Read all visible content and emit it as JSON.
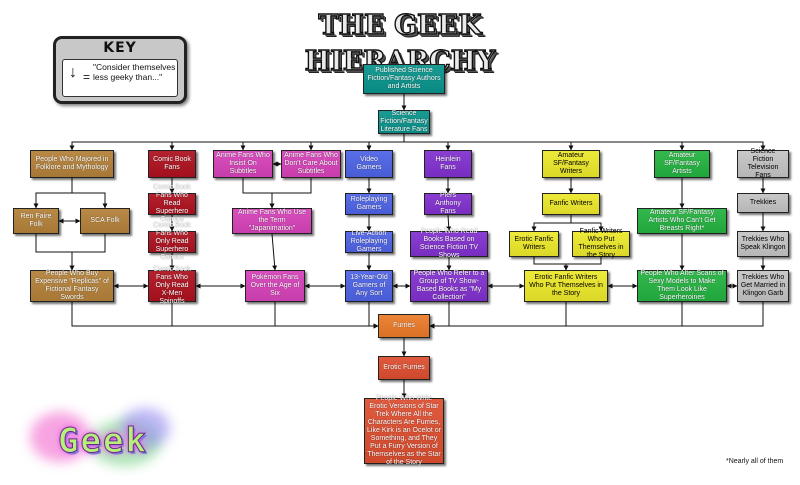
{
  "title": "THE GEEK HIERARCHY",
  "key": {
    "heading": "KEY",
    "equals": "=",
    "description": "\"Consider themselves less geeky than...\""
  },
  "footnote": "*Nearly all of them",
  "logo_text": "Geek",
  "colors": {
    "teal": "#1a9b93",
    "brown": "#b98a47",
    "crimson": "#b3222e",
    "pink": "#d94fbe",
    "blue": "#5a6ee8",
    "purple": "#8a3fd2",
    "yellow": "#eeea3a",
    "green": "#33b84e",
    "gray": "#c8c8c8",
    "orange": "#ec8438",
    "red_orange": "#e05a3e"
  },
  "nodes": [
    {
      "id": "n1",
      "label": "Published Science Fiction/Fantasy Authors and Artists",
      "color": "teal"
    },
    {
      "id": "n2",
      "label": "Science Fiction/Fantasy Literature Fans",
      "color": "teal"
    },
    {
      "id": "n3",
      "label": "People Who Majored in Folklore and Mythology",
      "color": "brown"
    },
    {
      "id": "n4",
      "label": "Comic Book Fans",
      "color": "crimson"
    },
    {
      "id": "n5",
      "label": "Anime Fans Who Insist On Subtitles",
      "color": "pink"
    },
    {
      "id": "n6",
      "label": "Anime Fans Who Don't Care About Subtitles",
      "color": "pink"
    },
    {
      "id": "n7",
      "label": "Video Gamers",
      "color": "blue"
    },
    {
      "id": "n8",
      "label": "Heinlein Fans",
      "color": "purple"
    },
    {
      "id": "n9",
      "label": "Amateur SF/Fantasy Writers",
      "color": "yellow"
    },
    {
      "id": "n10",
      "label": "Amateur SF/Fantasy Artists",
      "color": "green"
    },
    {
      "id": "n11",
      "label": "Science Fiction Television Fans",
      "color": "gray"
    },
    {
      "id": "n12",
      "label": "Comic Book Fans Who Read Superhero Comics",
      "color": "crimson"
    },
    {
      "id": "n13",
      "label": "Roleplaying Gamers",
      "color": "blue"
    },
    {
      "id": "n14",
      "label": "Piers Anthony Fans",
      "color": "purple"
    },
    {
      "id": "n15",
      "label": "Fanfic Writers",
      "color": "yellow"
    },
    {
      "id": "n16",
      "label": "Trekkies",
      "color": "gray"
    },
    {
      "id": "n17",
      "label": "Ren Faire Folk",
      "color": "brown"
    },
    {
      "id": "n18",
      "label": "SCA Folk",
      "color": "brown"
    },
    {
      "id": "n19",
      "label": "Anime Fans Who Use the Term \"Japanimation\"",
      "color": "pink"
    },
    {
      "id": "n20",
      "label": "Amateur SF/Fantasy Artists Who Can't Get Breasts Right*",
      "color": "green"
    },
    {
      "id": "n21",
      "label": "Comic Book Fans Who Only Read Superhero Comics",
      "color": "crimson"
    },
    {
      "id": "n22",
      "label": "Live-Action Roleplaying Gamers",
      "color": "blue"
    },
    {
      "id": "n23",
      "label": "People Who Read Books Based on Science Fiction TV Shows",
      "color": "purple"
    },
    {
      "id": "n24",
      "label": "Erotic Fanfic Writers",
      "color": "yellow"
    },
    {
      "id": "n25",
      "label": "Fanfic Writers Who Put Themselves in the Story",
      "color": "yellow"
    },
    {
      "id": "n26",
      "label": "Trekkies Who Speak Klingon",
      "color": "gray"
    },
    {
      "id": "n27",
      "label": "People Who Buy Expensive \"Replicas\" of Fictional Fantasy Swords",
      "color": "brown"
    },
    {
      "id": "n28",
      "label": "Comic Book Fans Who Only Read X-Men Spinoffs",
      "color": "crimson"
    },
    {
      "id": "n29",
      "label": "Pokémon Fans Over the Age of Six",
      "color": "pink"
    },
    {
      "id": "n30",
      "label": "13-Year-Old Gamers of Any Sort",
      "color": "blue"
    },
    {
      "id": "n31",
      "label": "People Who Refer to a Group of TV Show-Based Books as \"My Collection\"",
      "color": "purple"
    },
    {
      "id": "n32",
      "label": "Erotic Fanfic Writers Who Put Themselves in the Story",
      "color": "yellow"
    },
    {
      "id": "n33",
      "label": "People Who Alter Scans of Sexy Models to Make Them Look Like Superheroines",
      "color": "green"
    },
    {
      "id": "n34",
      "label": "Trekkies Who Get Married in Klingon Garb",
      "color": "gray"
    },
    {
      "id": "n35",
      "label": "Furries",
      "color": "orange"
    },
    {
      "id": "n36",
      "label": "Erotic Furries",
      "color": "red_orange"
    },
    {
      "id": "n37",
      "label": "People Who Write Erotic Versions of Star Trek Where All the Characters Are Furries, Like Kirk is an Ocelot or Something, and They Put a Furry Version of Themselves as the Star of the Story",
      "color": "red_orange"
    }
  ],
  "edges": [
    [
      "n1",
      "n2"
    ],
    [
      "n2",
      "n3"
    ],
    [
      "n2",
      "n4"
    ],
    [
      "n2",
      "n5"
    ],
    [
      "n2",
      "n6"
    ],
    [
      "n2",
      "n7"
    ],
    [
      "n2",
      "n8"
    ],
    [
      "n2",
      "n9"
    ],
    [
      "n2",
      "n10"
    ],
    [
      "n2",
      "n11"
    ],
    [
      "n5",
      "n6",
      "both"
    ],
    [
      "n3",
      "n17"
    ],
    [
      "n3",
      "n18"
    ],
    [
      "n17",
      "n18",
      "both"
    ],
    [
      "n17",
      "n27"
    ],
    [
      "n18",
      "n27"
    ],
    [
      "n4",
      "n12"
    ],
    [
      "n12",
      "n21"
    ],
    [
      "n21",
      "n28"
    ],
    [
      "n5",
      "n19"
    ],
    [
      "n6",
      "n19"
    ],
    [
      "n19",
      "n29"
    ],
    [
      "n7",
      "n13"
    ],
    [
      "n13",
      "n22"
    ],
    [
      "n22",
      "n30"
    ],
    [
      "n8",
      "n14"
    ],
    [
      "n14",
      "n23"
    ],
    [
      "n23",
      "n31"
    ],
    [
      "n9",
      "n15"
    ],
    [
      "n15",
      "n24"
    ],
    [
      "n15",
      "n25"
    ],
    [
      "n24",
      "n32"
    ],
    [
      "n25",
      "n32"
    ],
    [
      "n10",
      "n20"
    ],
    [
      "n20",
      "n33"
    ],
    [
      "n11",
      "n16"
    ],
    [
      "n16",
      "n26"
    ],
    [
      "n26",
      "n34"
    ],
    [
      "n27",
      "n28",
      "both"
    ],
    [
      "n28",
      "n29",
      "both"
    ],
    [
      "n29",
      "n30",
      "both"
    ],
    [
      "n30",
      "n31",
      "both"
    ],
    [
      "n31",
      "n32",
      "both"
    ],
    [
      "n32",
      "n33",
      "both"
    ],
    [
      "n33",
      "n34",
      "both"
    ],
    [
      "n27",
      "n35"
    ],
    [
      "n28",
      "n35"
    ],
    [
      "n29",
      "n35"
    ],
    [
      "n30",
      "n35"
    ],
    [
      "n31",
      "n35"
    ],
    [
      "n32",
      "n35"
    ],
    [
      "n33",
      "n35"
    ],
    [
      "n34",
      "n35"
    ],
    [
      "n35",
      "n36"
    ],
    [
      "n36",
      "n37"
    ]
  ]
}
